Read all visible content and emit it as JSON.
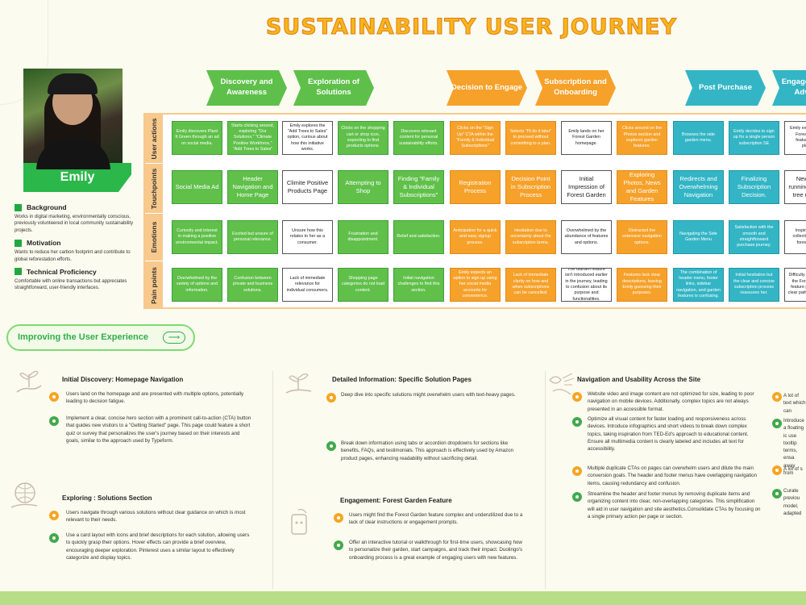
{
  "title": "SUSTAINABILITY USER JOURNEY",
  "colors": {
    "green": "#60c04a",
    "orange": "#f6a12a",
    "teal": "#33b5c5",
    "accent": "#f7b51c"
  },
  "persona": {
    "name": "Emily",
    "sections": [
      {
        "heading": "Background",
        "text": "Works in digital marketing, environmentally conscious, previously volunteered in local community sustainability projects."
      },
      {
        "heading": "Motivation",
        "text": "Wants to reduce her carbon footprint and contribute to global reforestation efforts."
      },
      {
        "heading": "Technical Proficiency",
        "text": "Comfortable with online transactions but appreciates straightforward, user-friendly interfaces."
      }
    ]
  },
  "phases": [
    {
      "label": "Discovery and Awareness",
      "color": "green"
    },
    {
      "label": "Exploration of Solutions",
      "color": "green"
    },
    {
      "label": "Decision to Engage",
      "color": "orange"
    },
    {
      "label": "Subscription and Onboarding",
      "color": "orange"
    },
    {
      "label": "Post Purchase",
      "color": "teal"
    },
    {
      "label": "Engagement and Advocacy",
      "color": "teal"
    }
  ],
  "rows": [
    {
      "label": "User actions",
      "cells": [
        "Emily discovers Plant It Green through an ad on social media.",
        "Starts clicking around, exploring \"Our Solutions,\" \"Climate Positive Workforce,\" \"Add Trees to Sales\"",
        "Emily explores the \"Add Trees to Sales\" option, curious about how this initiative works.",
        "Clicks on the shopping cart or shop icon, expecting to find products options.",
        "Discovers relevant content for personal sustainability efforts.",
        "Clicks on the \"Sign Up\" CTA within the \"Family & Individual Subscriptions\"",
        "Selects \"I'll do it later\" to proceed without committing to a plan.",
        "Emily lands on her Forest Garden homepage.",
        "Clicks around on the Photos section and explores garden features.",
        "Browses the side garden menu.",
        "Emily decides to sign up for a single person subscription SE",
        "Emily explores other Forest Garden features of the platform"
      ]
    },
    {
      "label": "Touchpoints",
      "cells": [
        "Social Media Ad",
        "Header Navigation and Home Page",
        "Climite Positive Products Page",
        "Attempting to Shop",
        "Finding \"Family & Individual Subscriptions\"",
        "Registration Process",
        "Decision Point in Subscription Process",
        "Initial Impression of Forest Garden",
        "Exploring Photos, News and Garden Features",
        "Redirects and Overwhelming Navigation",
        "Finalizing Subscription Decision.",
        "News and running out and tree updates"
      ]
    },
    {
      "label": "Emotions",
      "cells": [
        "Curiosity and interest in making a positive environmental impact.",
        "Excited but unsure of personal relevance.",
        "Unsure how this relates to her as a consumer.",
        "Frustration and disappointment.",
        "Relief and satisfaction.",
        "Anticipation for a quick and easy signup process.",
        "Hesitation due to uncertainty about the subscription terms.",
        "Overwhelmed by the abundance of features and options.",
        "Distracted the extensive navigation options.",
        "Navigating the Side Garden Menu",
        "Satisfaction with the smooth and straightforward purchase journey.",
        "Inspired by the collection and the forest garden"
      ]
    },
    {
      "label": "Pain points",
      "cells": [
        "Overwhelmed by the variety of options and information.",
        "Confusion between private and business solutions.",
        "Lack of immediate relevance for individual consumers.",
        "Shopping page categories do not load content.",
        "Initial navigation challenges to find this section.",
        "Emily expects an option to sign up using her social media accounts for convenience.",
        "Lack of immediate clarity on how and when subscriptions can be cancelled.",
        "The Garden feature isn't introduced earlier in the journey, leading to confusion about its purpose and functionalities.",
        "Features lack clear descriptions, leaving Emily guessing their purposes.",
        "The combination of header menu, footer links, sidebar navigation, and garden features is confusing.",
        "Initial hesitation but the clear and concise subscription process reassures her.",
        "Difficulty in navigating the Forest Garden feature page due to clear path recommend"
      ]
    }
  ],
  "improve_label": "Improving the User Experience",
  "improve_arrow": "⟶",
  "sections": [
    {
      "title": "Initial Discovery: Homepage Navigation",
      "items": [
        {
          "text": "Users land on the homepage and are presented with multiple options, potentially leading to decision fatigue.",
          "type": "o"
        },
        {
          "text": "Implement a clear, concise hero section with a prominent call-to-action (CTA) button that guides new visitors to a \"Getting Started\" page. This page could feature a short quiz or survey that personalizes the user's journey based on their interests and goals, similar to the approach used by Typeform.",
          "type": "g"
        }
      ]
    },
    {
      "title": "Exploring : Solutions Section",
      "items": [
        {
          "text": "Users navigate through various solutions without clear guidance on which is most relevant to their needs.",
          "type": "o"
        },
        {
          "text": "Use a card layout with icons and brief descriptions for each solution, allowing users to quickly grasp their options. Hover effects can provide a brief overview, encouraging deeper exploration. Pinterest uses a similar layout to effectively categorize and display topics.",
          "type": "g"
        }
      ]
    },
    {
      "title": "Detailed Information: Specific Solution Pages",
      "items": [
        {
          "text": "Deep dive into specific solutions might overwhelm users with text-heavy pages.",
          "type": "o"
        },
        {
          "text": "Break down information using tabs or accordion dropdowns for sections like benefits, FAQs, and testimonials. This approach is effectively used by Amazon product pages, enhancing readability without sacrificing detail.",
          "type": "g"
        }
      ]
    },
    {
      "title": "Engagement: Forest Garden Feature",
      "items": [
        {
          "text": "Users might find the Forest Garden feature complex and underutilized due to a lack of clear instructions or engagement prompts.",
          "type": "o"
        },
        {
          "text": "Offer an interactive tutorial or walkthrough for first-time users, showcasing how to personalize their garden, start campaigns, and track their impact. Duolingo's onboarding process is a great example of engaging users with new features.",
          "type": "g"
        }
      ]
    },
    {
      "title": "Navigation and Usability Across the Site",
      "items": [
        {
          "text": "Website video and image content are not optimized for size, leading to poor navigation on mobile devices. Additionally, complex topics are not always presented in an accessible format.",
          "type": "o"
        },
        {
          "text": "Optimize all visual content for faster loading and responsiveness across devices. Introduce infographics and short videos to break down complex topics, taking inspiration from TED-Ed's approach to educational content. Ensure all multimedia content is clearly labeled and includes alt text for accessibility.",
          "type": "g"
        },
        {
          "text": "Multiple duplicate CTAs on pages can overwhelm users and dilute the main conversion goals. The header and footer menus have overlapping navigation items, causing redundancy and confusion.",
          "type": "o"
        },
        {
          "text": "Streamline the header and footer menus by removing duplicate items and organizing content into clear, non-overlapping categories. This simplification will aid in user navigation and site aesthetics.Consolidate CTAs by focusing on a single primary action per page or section.",
          "type": "g"
        }
      ]
    },
    {
      "title": "",
      "items": [
        {
          "text": "A lot of text which can",
          "type": "o"
        },
        {
          "text": "Introduce a floating ic use tooltip terms, ensa away from",
          "type": "g"
        },
        {
          "text": "A lot of s",
          "type": "o"
        },
        {
          "text": "Curate previou model, adapted",
          "type": "g"
        }
      ]
    }
  ]
}
